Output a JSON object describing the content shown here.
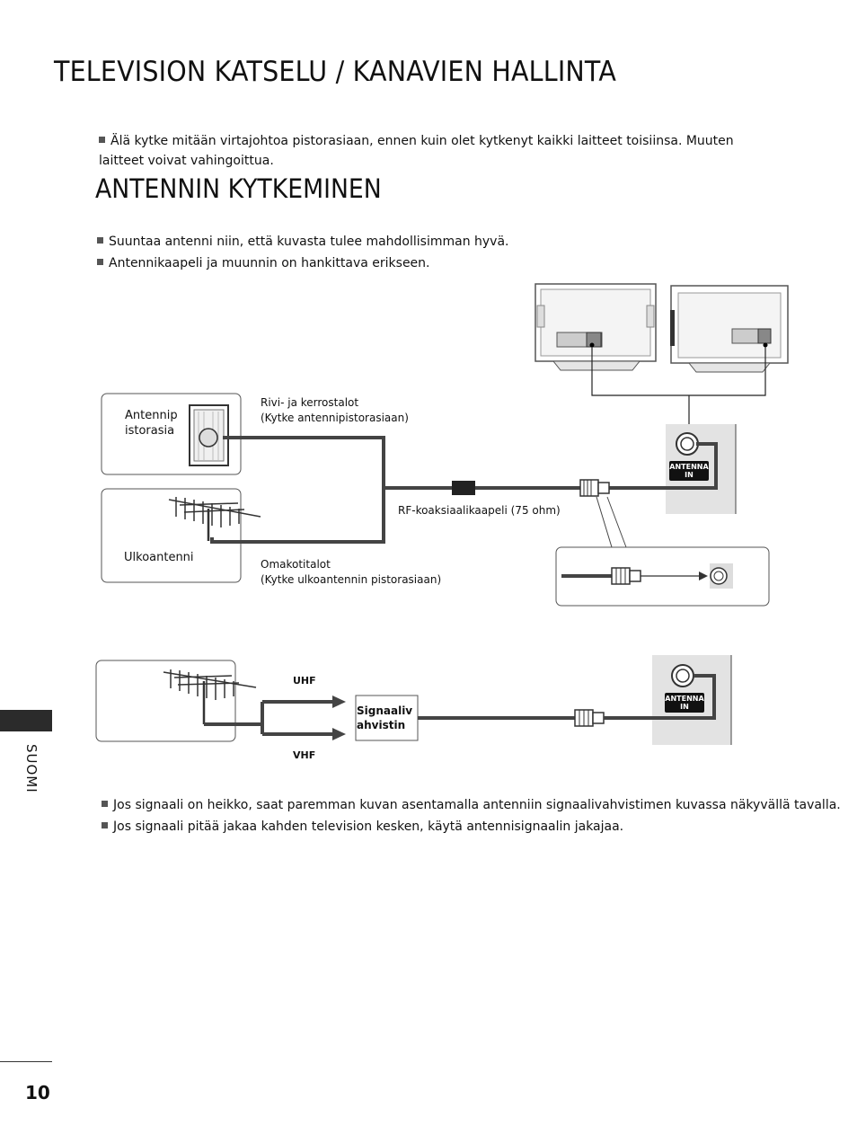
{
  "header": {
    "title": "TELEVISION KATSELU / KANAVIEN HALLINTA"
  },
  "warning": "Älä kytke mitään virtajohtoa pistorasiaan, ennen kuin olet kytkenyt kaikki laitteet toisiinsa. Muuten laitteet voivat vahingoittua.",
  "section": {
    "title": "ANTENNIN KYTKEMINEN",
    "notes": [
      "Suuntaa antenni niin, että kuvasta tulee mahdollisimman hyvä.",
      "Antennikaapeli ja muunnin on hankittava erikseen."
    ]
  },
  "diagram1": {
    "wall_socket_label_line1": "Antennip",
    "wall_socket_label_line2": "istorasia",
    "outdoor_antenna_label": "Ulkoantenni",
    "apartment_label_line1": "Rivi- ja kerrostalot",
    "apartment_label_line2": "(Kytke antennipistorasiaan)",
    "house_label_line1": "Omakotitalot",
    "house_label_line2": "(Kytke ulkoantennin pistorasiaan)",
    "cable_label": "RF-koaksiaalikaapeli (75 ohm)",
    "port_label_line1": "ANTENNA",
    "port_label_line2": "IN"
  },
  "diagram2": {
    "uhf_label": "UHF",
    "vhf_label": "VHF",
    "amplifier_label_line1": "Signaaliv",
    "amplifier_label_line2": "ahvistin",
    "port_label_line1": "ANTENNA",
    "port_label_line2": "IN"
  },
  "bottom_notes": [
    "Jos signaali on heikko, saat paremman kuvan asentamalla antenniin signaalivahvistimen kuvassa näkyvällä tavalla.",
    "Jos signaali pitää jakaa kahden television kesken, käytä antennisignaalin jakajaa."
  ],
  "sidebar": {
    "language": "SUOMI"
  },
  "footer": {
    "page_number": "10"
  }
}
